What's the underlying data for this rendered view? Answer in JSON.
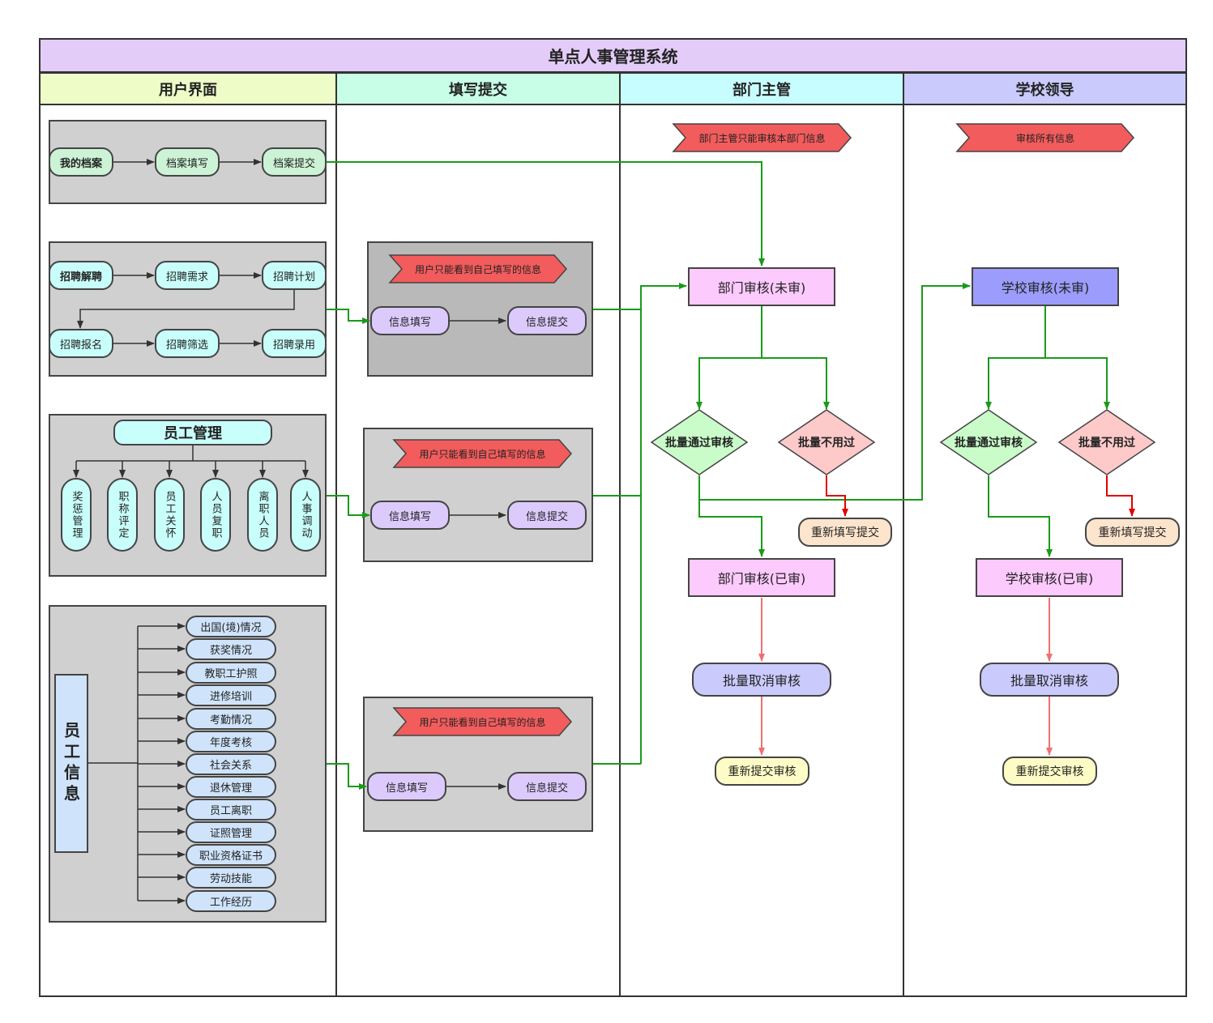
{
  "title": "单点人事管理系统",
  "lanes": [
    "用户界面",
    "填写提交",
    "部门主管",
    "学校领导"
  ],
  "colors": {
    "title_bg": "#e3ccf8",
    "lane1": "#eefcc8",
    "lane2": "#c8fde8",
    "lane3": "#c8fdff",
    "lane4": "#cacafd",
    "green_arrow": "#1a9a1a",
    "red_arrow": "#e00000",
    "pink_arrow": "#f07070",
    "banner": "#f25c5c"
  },
  "archive": {
    "items": [
      "我的档案",
      "档案填写",
      "档案提交"
    ]
  },
  "recruit": {
    "items": [
      "招聘解聘",
      "招聘需求",
      "招聘计划",
      "招聘报名",
      "招聘筛选",
      "招聘录用"
    ]
  },
  "staff_mgmt": {
    "title": "员工管理",
    "items": [
      "奖惩管理",
      "职称评定",
      "员工关怀",
      "人员复职",
      "离职人员",
      "人事调动"
    ]
  },
  "staff_info": {
    "title": "员工信息",
    "items": [
      "出国(境)情况",
      "获奖情况",
      "教职工护照",
      "进修培训",
      "考勤情况",
      "年度考核",
      "社会关系",
      "退休管理",
      "员工离职",
      "证照管理",
      "职业资格证书",
      "劳动技能",
      "工作经历"
    ]
  },
  "fill": {
    "banner": "用户只能看到自己填写的信息",
    "fill_label": "信息填写",
    "submit_label": "信息提交"
  },
  "dept": {
    "banner": "部门主管只能审核本部门信息",
    "pending": "部门审核(未审)",
    "approve": "批量通过审核",
    "reject": "批量不用过",
    "refill": "重新填写提交",
    "approved": "部门审核(已审)",
    "cancel": "批量取消审核",
    "resubmit": "重新提交审核"
  },
  "school": {
    "banner": "审核所有信息",
    "pending": "学校审核(未审)",
    "approve": "批量通过审核",
    "reject": "批量不用过",
    "refill": "重新填写提交",
    "approved": "学校审核(已审)",
    "cancel": "批量取消审核",
    "resubmit": "重新提交审核"
  }
}
